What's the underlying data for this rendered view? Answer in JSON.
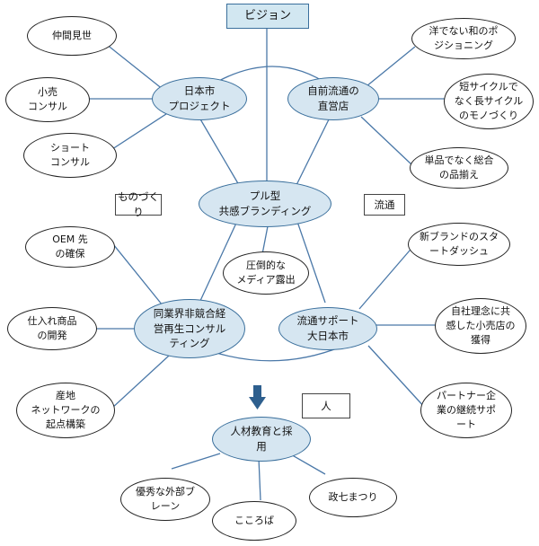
{
  "diagram": {
    "vision": "ビジョン",
    "hubs": {
      "center": "プル型\n共感ブランディング",
      "japan_project": "日本市\nプロジェクト",
      "direct_stores": "自前流通の\n直営店",
      "consulting": "同業界非競合経\n営再生コンサル\nティング",
      "distribution_support": "流通サポート\n大日本市",
      "hr": "人材教育と採\n用"
    },
    "labels": {
      "monozukuri": "ものづくり",
      "ryutsu": "流通",
      "hito": "人"
    },
    "leaves": {
      "nakama": "仲間見世",
      "kouri": "小売\nコンサル",
      "short": "ショート\nコンサル",
      "wayou": "洋でない和のポ\nジショニング",
      "cycle": "短サイクルで\nなく長サイクル\nのモノづくり",
      "tanpin": "単品でなく総合\nの品揃え",
      "media": "圧倒的な\nメディア露出",
      "oem": "OEM 先\nの確保",
      "shiire": "仕入れ商品\nの開発",
      "sanchi": "産地\nネットワークの\n起点構築",
      "newbrand": "新ブランドのスタ\nートダッシュ",
      "jisha": "自社理念に共\n感した小売店の\n獲得",
      "partner": "パートナー企\n業の継続サポ\nート",
      "brain": "優秀な外部ブ\nレーン",
      "kokoro": "こころば",
      "masei": "政七まつり"
    },
    "colors": {
      "hub_fill": "#d6e6f1",
      "hub_border": "#3a6f9c",
      "line": "#4a78a8",
      "arrow": "#2e5f8e"
    }
  }
}
